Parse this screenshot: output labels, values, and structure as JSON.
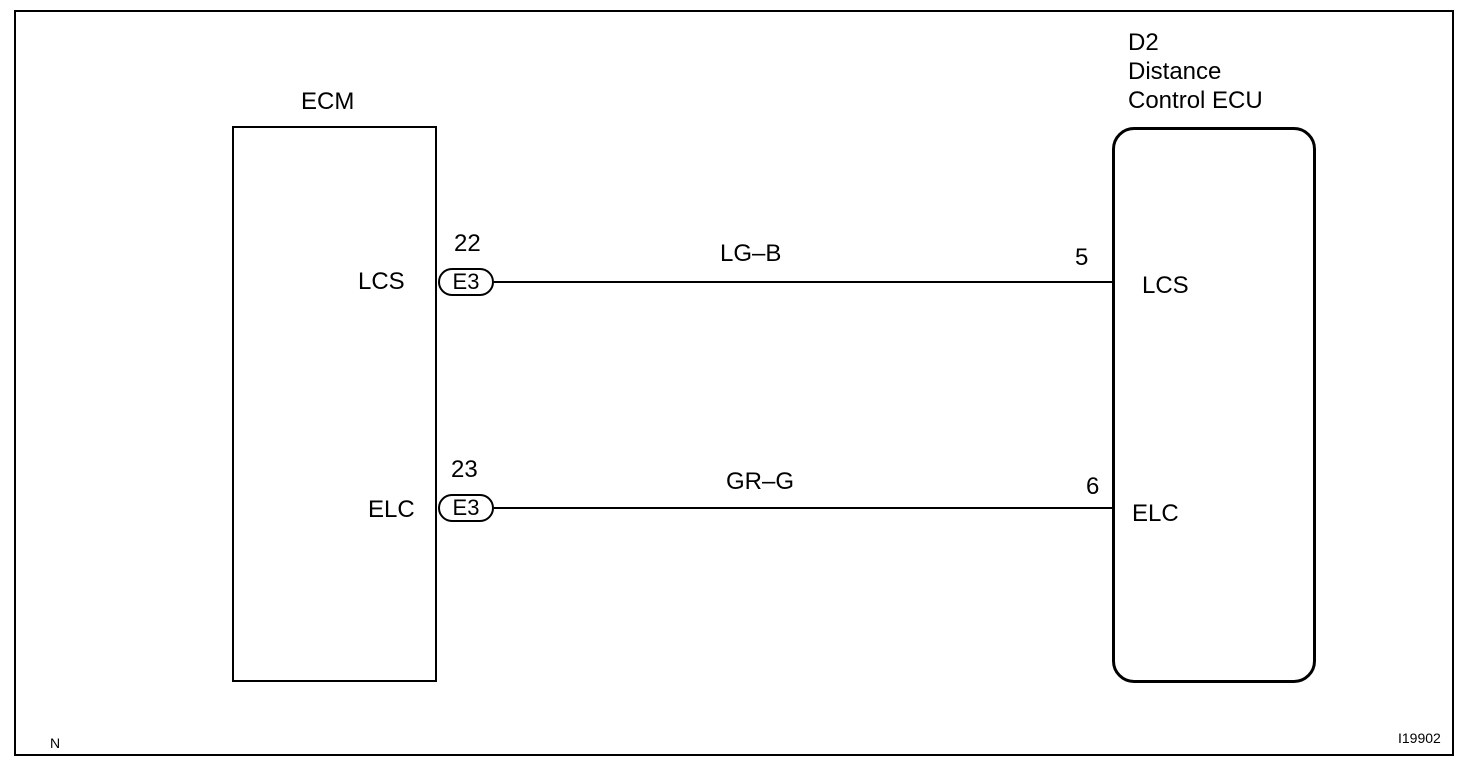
{
  "ecm": {
    "title": "ECM",
    "pins": [
      {
        "name": "LCS",
        "number": "22",
        "connector": "E3"
      },
      {
        "name": "ELC",
        "number": "23",
        "connector": "E3"
      }
    ]
  },
  "ecu": {
    "code": "D2",
    "title_line1": "Distance",
    "title_line2": "Control ECU",
    "pins": [
      {
        "name": "LCS",
        "number": "5"
      },
      {
        "name": "ELC",
        "number": "6"
      }
    ]
  },
  "wires": [
    {
      "color_code": "LG–B"
    },
    {
      "color_code": "GR–G"
    }
  ],
  "footer": {
    "left_mark": "N",
    "figure_id": "I19902"
  }
}
